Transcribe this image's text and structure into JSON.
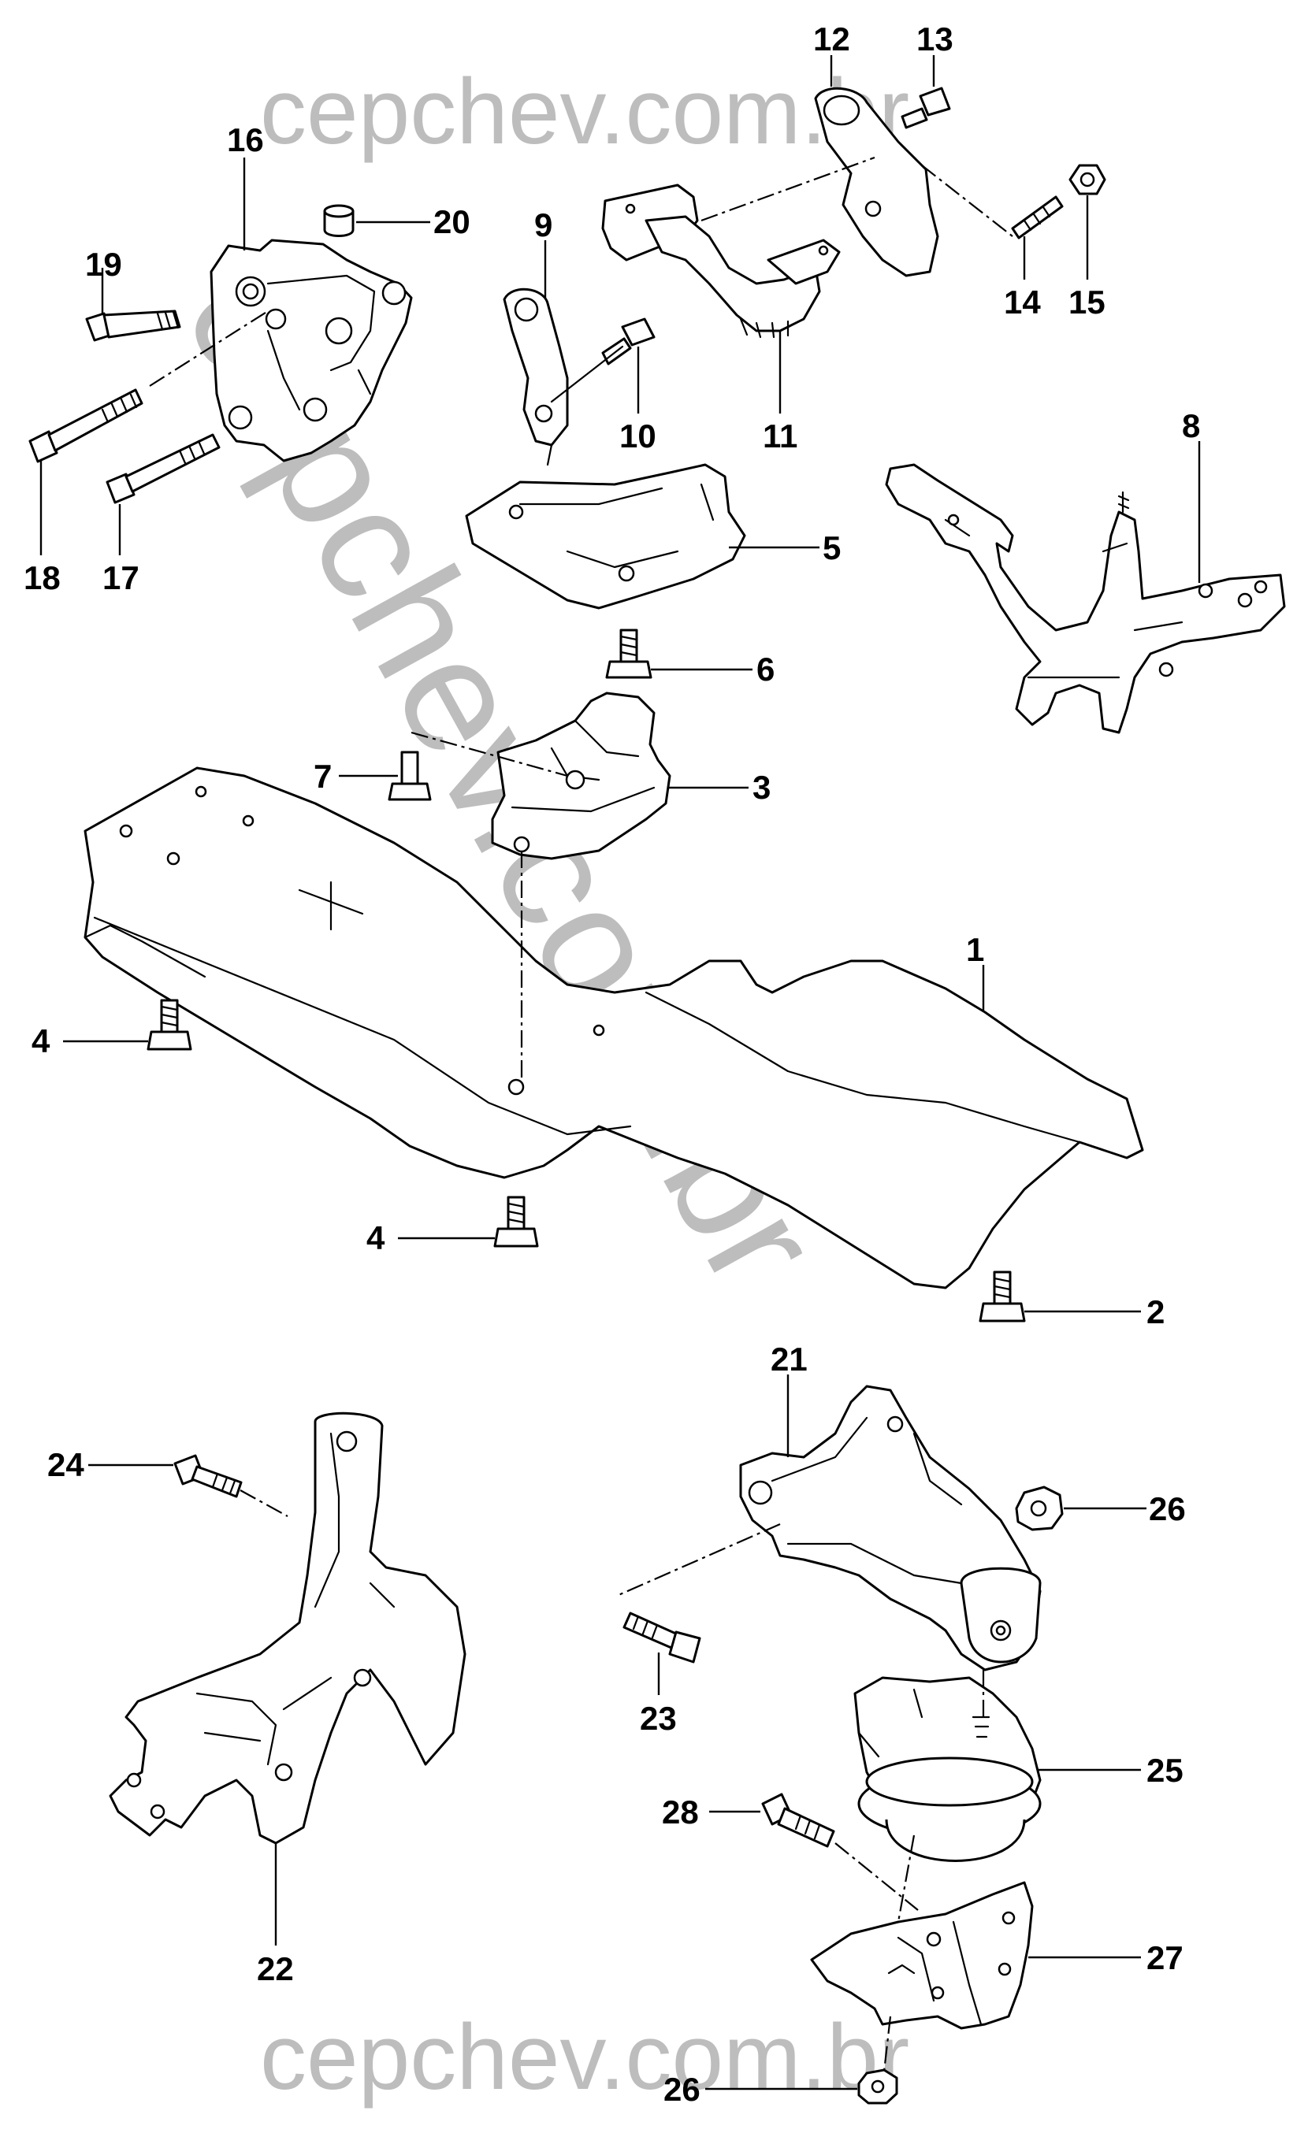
{
  "watermark": {
    "top_text": "cepchev.com.br",
    "diagonal_text": "cepchev.com.br",
    "bottom_text": "cepchev.com.br",
    "color": "#bdbdbd"
  },
  "callouts": {
    "c1": "1",
    "c2": "2",
    "c3": "3",
    "c4a": "4",
    "c4b": "4",
    "c5": "5",
    "c6": "6",
    "c7": "7",
    "c8": "8",
    "c9": "9",
    "c10": "10",
    "c11": "11",
    "c12": "12",
    "c13": "13",
    "c14": "14",
    "c15": "15",
    "c16": "16",
    "c17": "17",
    "c18": "18",
    "c19": "19",
    "c20": "20",
    "c21": "21",
    "c22": "22",
    "c23": "23",
    "c24": "24",
    "c25": "25",
    "c26a": "26",
    "c26b": "26",
    "c27": "27",
    "c28": "28"
  }
}
